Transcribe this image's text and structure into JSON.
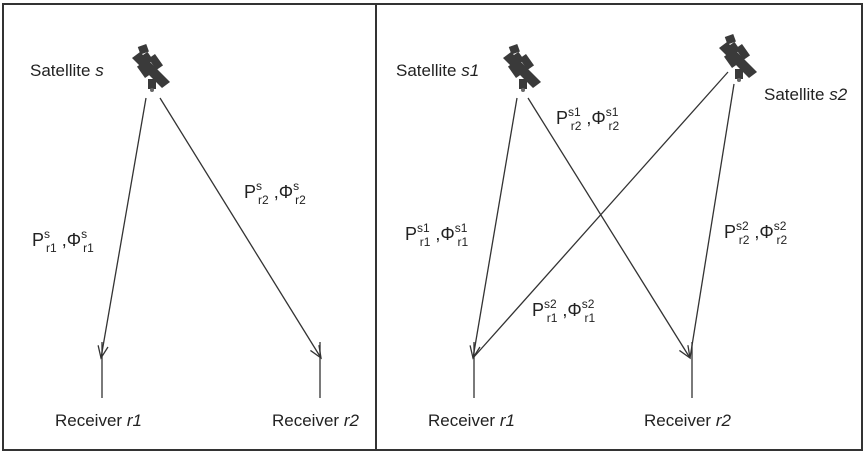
{
  "left_panel": {
    "satellite_label": {
      "prefix": "Satellite ",
      "name": "s"
    },
    "receiver_1": {
      "prefix": "Receiver ",
      "name": "r1"
    },
    "receiver_2": {
      "prefix": "Receiver ",
      "name": "r2"
    },
    "obs_r1": {
      "p": "P",
      "sup_p": "s",
      "sub_p": "r1",
      "sep": " ,",
      "phi": "Φ",
      "sup_phi": "s",
      "sub_phi": "r1"
    },
    "obs_r2": {
      "p": "P",
      "sup_p": "s",
      "sub_p": "r2",
      "sep": " ,",
      "phi": "Φ",
      "sup_phi": "s",
      "sub_phi": "r2"
    }
  },
  "right_panel": {
    "satellite_1_label": {
      "prefix": "Satellite ",
      "name": "s1"
    },
    "satellite_2_label": {
      "prefix": "Satellite ",
      "name": "s2"
    },
    "receiver_1": {
      "prefix": "Receiver ",
      "name": "r1"
    },
    "receiver_2": {
      "prefix": "Receiver ",
      "name": "r2"
    },
    "obs_s1_r1": {
      "p": "P",
      "sup_p": "s1",
      "sub_p": "r1",
      "sep": " ,",
      "phi": "Φ",
      "sup_phi": "s1",
      "sub_phi": "r1"
    },
    "obs_s1_r2": {
      "p": "P",
      "sup_p": "s1",
      "sub_p": "r2",
      "sep": " ,",
      "phi": "Φ",
      "sup_phi": "s1",
      "sub_phi": "r2"
    },
    "obs_s2_r1": {
      "p": "P",
      "sup_p": "s2",
      "sub_p": "r1",
      "sep": " ,",
      "phi": "Φ",
      "sup_phi": "s2",
      "sub_phi": "r1"
    },
    "obs_s2_r2": {
      "p": "P",
      "sup_p": "s2",
      "sub_p": "r2",
      "sep": " ,",
      "phi": "Φ",
      "sup_phi": "s2",
      "sub_phi": "r2"
    }
  },
  "colors": {
    "ink": "#222222",
    "frame": "#333333",
    "satellite": "#3a3a3a"
  }
}
